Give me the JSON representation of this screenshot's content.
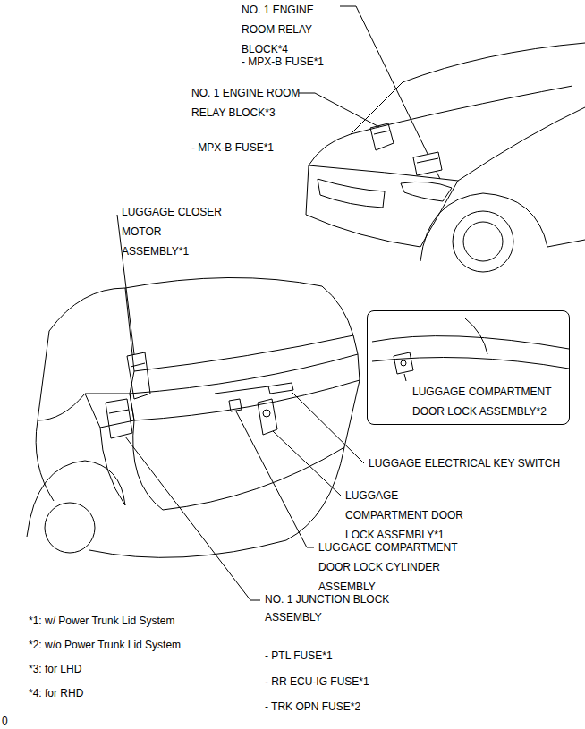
{
  "diagram": {
    "nodes": [
      {
        "text": [
          "LUGGAGE COMPARTMENT DOOR LOCK ASSEMBLY*2"
        ]
      }
    ],
    "labels": [
      "NO. 1 ENGINE ROOM RELAY BLOCK*4",
      "- MPX-B FUSE*1",
      "NO. 1 ENGINE ROOM RELAY BLOCK*3",
      "- MPX-B FUSE*1",
      "LUGGAGE CLOSER MOTOR ASSEMBLY*1",
      "LUGGAGE ELECTRICAL KEY SWITCH",
      "LUGGAGE COMPARTMENT DOOR LOCK ASSEMBLY*1",
      "LUGGAGE COMPARTMENT DOOR LOCK CYLINDER ASSEMBLY",
      "NO. 1 JUNCTION BLOCK ASSEMBLY",
      "*1: w/ Power Trunk Lid System",
      "- PTL FUSE*1",
      "*2: w/o Power Trunk Lid System",
      "*3: for LHD",
      "- RR ECU-IG FUSE*1",
      "*4: for RHD",
      "- TRK OPN FUSE*2",
      "0"
    ]
  }
}
